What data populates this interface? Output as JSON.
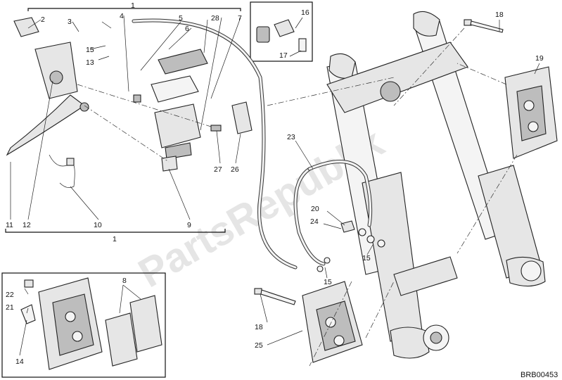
{
  "diagram": {
    "callouts": {
      "c1_top": "1",
      "c1_bottom": "1",
      "c2": "2",
      "c3": "3",
      "c4": "4",
      "c5": "5",
      "c6": "6",
      "c7": "7",
      "c8": "8",
      "c9": "9",
      "c10": "10",
      "c11": "11",
      "c12": "12",
      "c13": "13",
      "c14": "14",
      "c15a": "15",
      "c15b": "15",
      "c15c": "15",
      "c16": "16",
      "c17": "17",
      "c18a": "18",
      "c18b": "18",
      "c19": "19",
      "c20": "20",
      "c21": "21",
      "c22": "22",
      "c23": "23",
      "c24": "24",
      "c25": "25",
      "c26": "26",
      "c27": "27",
      "c28": "28"
    },
    "watermark": "PartsRepublik",
    "drawing_code": "BRB00453"
  }
}
